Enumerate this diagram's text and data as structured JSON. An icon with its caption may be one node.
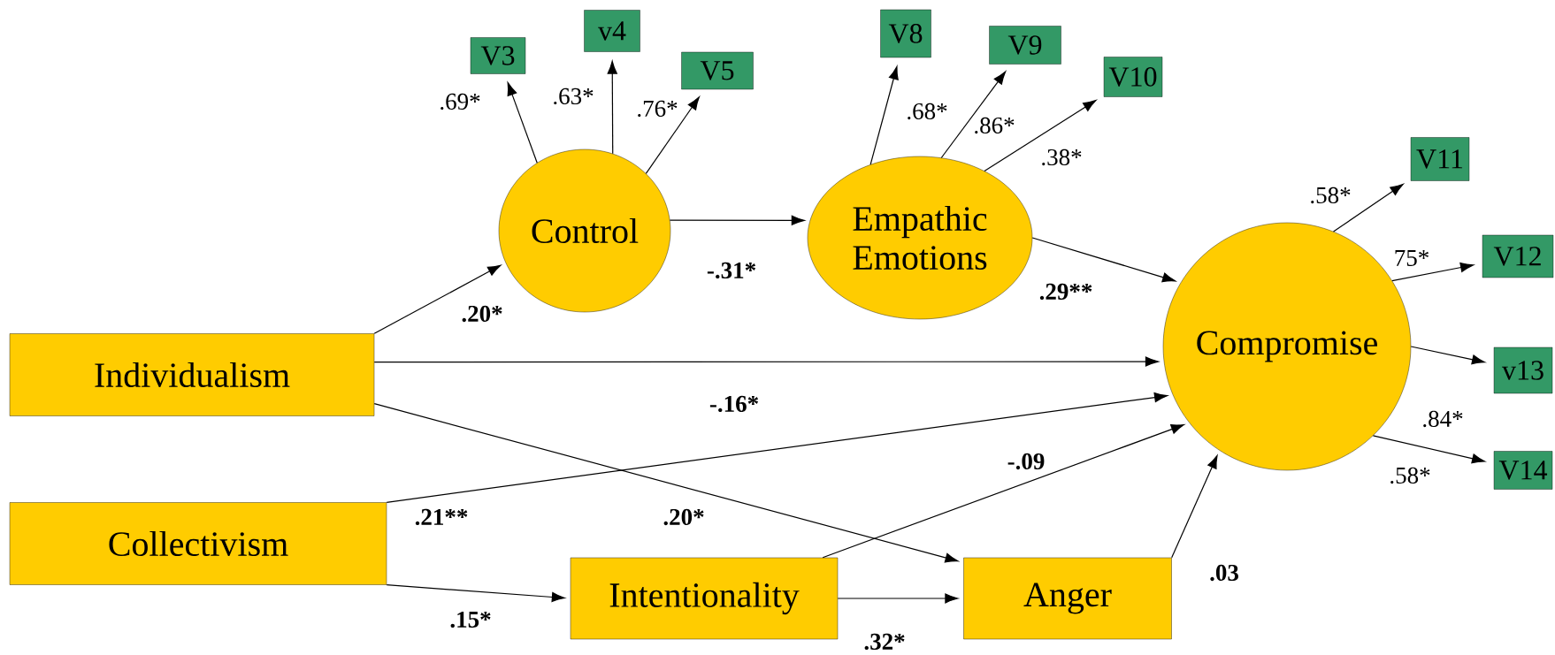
{
  "diagram": {
    "nodes": [
      {
        "text": [
          "Individualism"
        ]
      },
      {
        "text": [
          "Collectivism"
        ]
      },
      {
        "text": [
          "Intentionality"
        ]
      },
      {
        "text": [
          "Anger"
        ]
      },
      {
        "text": [
          "Control"
        ]
      },
      {
        "text": [
          "Empathic Emotions"
        ]
      },
      {
        "text": [
          "Compromise"
        ]
      },
      {
        "text": [
          "V3"
        ]
      },
      {
        "text": [
          "v4"
        ]
      },
      {
        "text": [
          "V5"
        ]
      },
      {
        "text": [
          "V8"
        ]
      },
      {
        "text": [
          "V9"
        ]
      },
      {
        "text": [
          "V10"
        ]
      },
      {
        "text": [
          "V11"
        ]
      },
      {
        "text": [
          "V12"
        ]
      },
      {
        "text": [
          "v13"
        ]
      },
      {
        "text": [
          "V14"
        ]
      }
    ],
    "edges": [
      {
        "from": 0,
        "to": 4,
        "arrow": "to",
        "label": ".20*"
      },
      {
        "from": 4,
        "to": 5,
        "arrow": "to",
        "label": "-.31*"
      },
      {
        "from": 5,
        "to": 6,
        "arrow": "to",
        "label": ".29**"
      },
      {
        "from": 0,
        "to": 6,
        "arrow": "to",
        "label": "-.16*"
      },
      {
        "from": 0,
        "to": 3,
        "arrow": "to",
        "label": ".20*"
      },
      {
        "from": 1,
        "to": 6,
        "arrow": "to",
        "label": ".21**"
      },
      {
        "from": 1,
        "to": 2,
        "arrow": "to",
        "label": ".15*"
      },
      {
        "from": 2,
        "to": 3,
        "arrow": "to",
        "label": ".32*"
      },
      {
        "from": 2,
        "to": 6,
        "arrow": "to",
        "label": "-.09"
      },
      {
        "from": 3,
        "to": 6,
        "arrow": "to",
        "label": ".03"
      },
      {
        "from": 4,
        "to": 7,
        "arrow": "to",
        "label": ".69*"
      },
      {
        "from": 4,
        "to": 8,
        "arrow": "to",
        "label": ".63*"
      },
      {
        "from": 4,
        "to": 9,
        "arrow": "to",
        "label": ".76*"
      },
      {
        "from": 5,
        "to": 10,
        "arrow": "to",
        "label": ".68*"
      },
      {
        "from": 5,
        "to": 11,
        "arrow": "to",
        "label": ".86*"
      },
      {
        "from": 5,
        "to": 12,
        "arrow": "to",
        "label": ".38*"
      },
      {
        "from": 6,
        "to": 13,
        "arrow": "to",
        "label": ".58*"
      },
      {
        "from": 6,
        "to": 14,
        "arrow": "to",
        "label": "75*"
      },
      {
        "from": 6,
        "to": 15,
        "arrow": "to",
        "label": ".84*"
      },
      {
        "from": 6,
        "to": 16,
        "arrow": "to",
        "label": ".58*"
      }
    ]
  }
}
